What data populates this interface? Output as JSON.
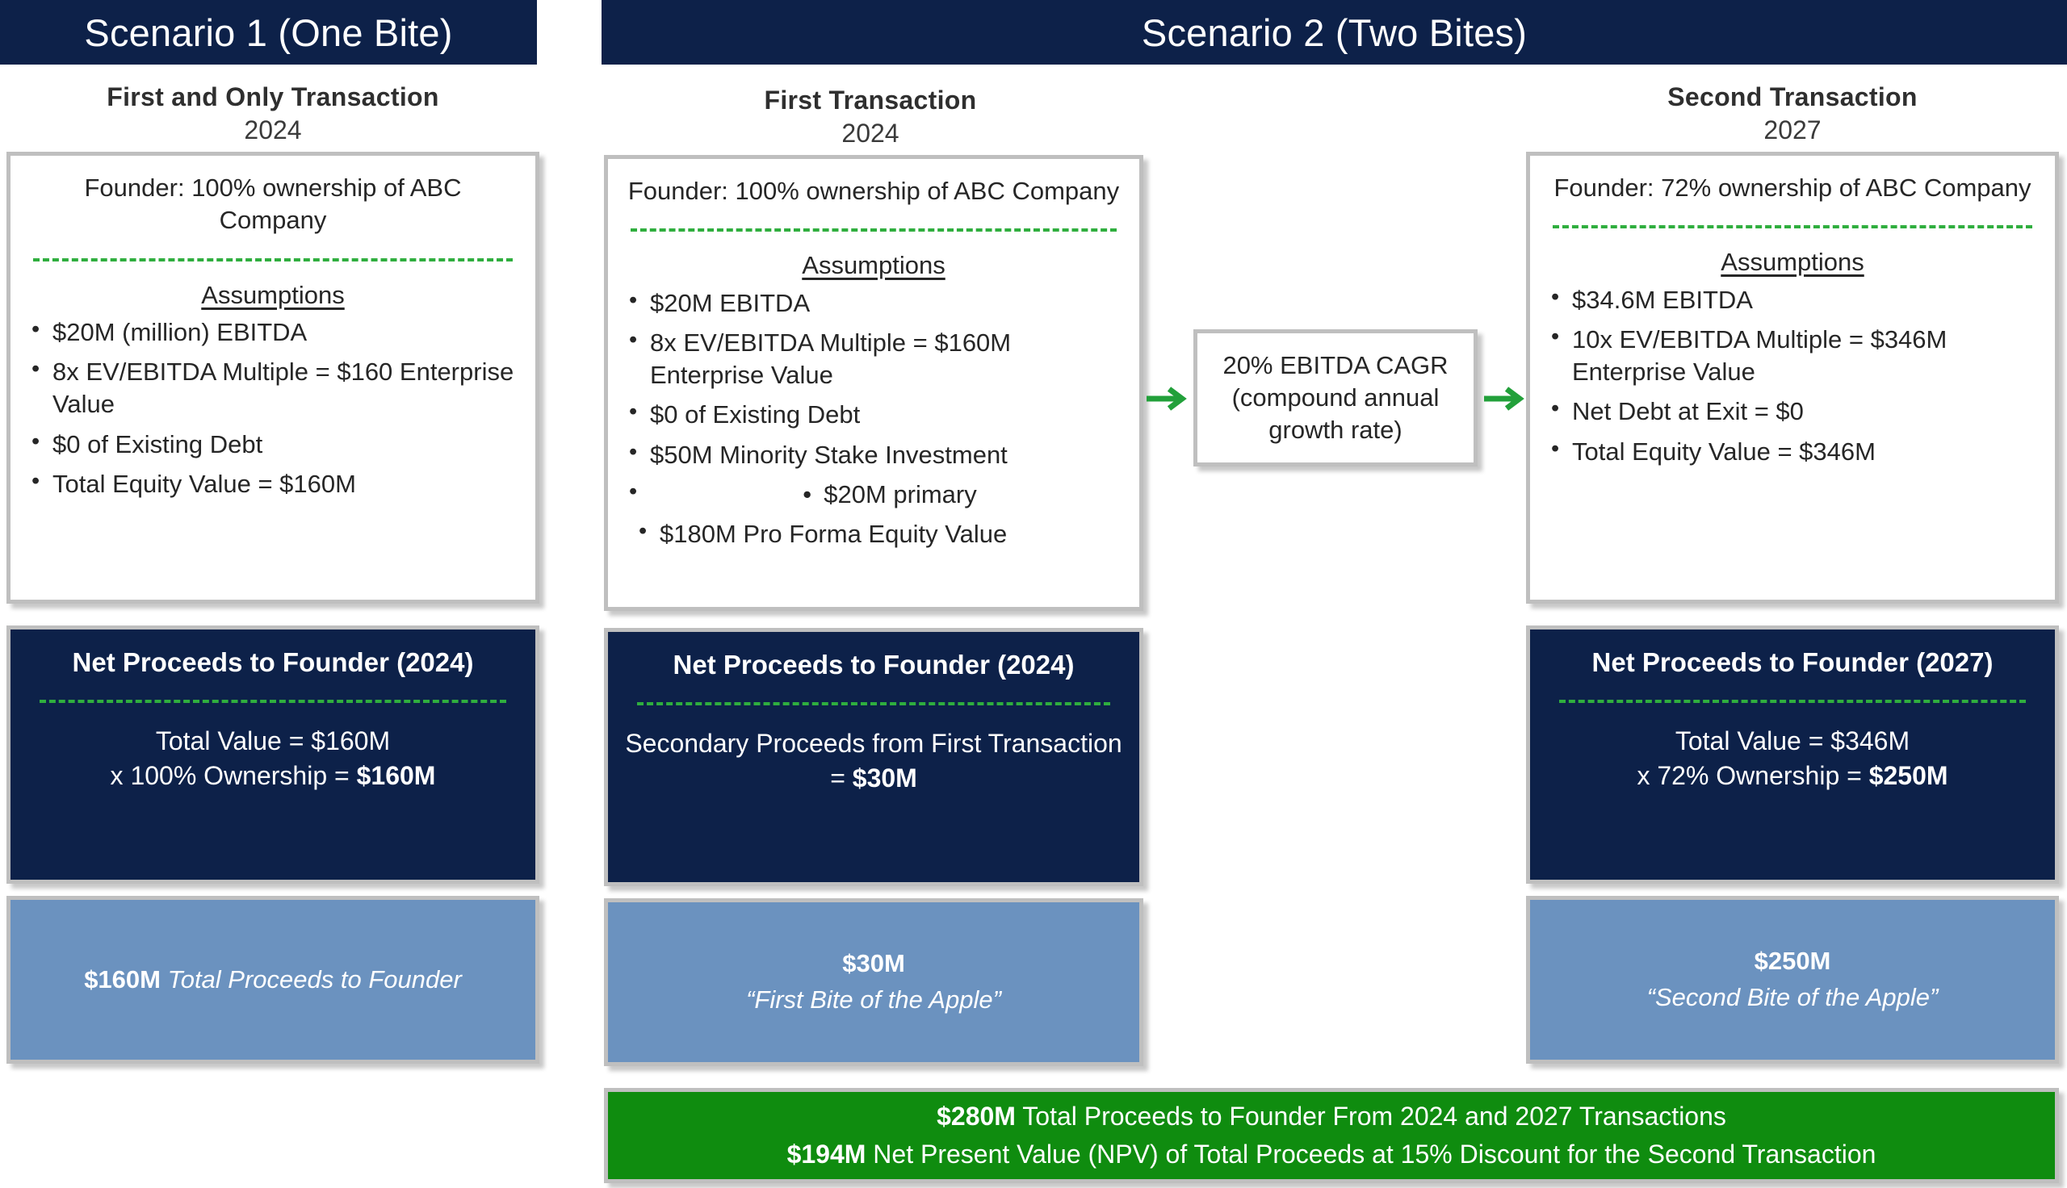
{
  "headers": {
    "scenario1": "Scenario 1 (One Bite)",
    "scenario2": "Scenario 2 (Two Bites)"
  },
  "columns": {
    "col1": {
      "title": "First and Only Transaction",
      "year": "2024",
      "ownership_line": "Founder: 100% ownership of ABC Company",
      "assumptions_label": "Assumptions",
      "bullets": [
        "$20M (million) EBITDA",
        "8x EV/EBITDA Multiple = $160 Enterprise Value",
        "$0 of Existing Debt",
        "Total Equity Value = $160M"
      ],
      "proceeds_title": "Net Proceeds to Founder (2024)",
      "proceeds_line1": "Total Value = $160M",
      "proceeds_line2_prefix": "x 100% Ownership = ",
      "proceeds_line2_value": "$160M",
      "total_amount": "$160M",
      "total_caption": "Total Proceeds to Founder"
    },
    "col2": {
      "title": "First Transaction",
      "year": "2024",
      "ownership_line": "Founder: 100% ownership of ABC Company",
      "assumptions_label": "Assumptions",
      "bullets": [
        "$20M EBITDA",
        "8x EV/EBITDA Multiple = $160M Enterprise Value",
        "$0 of Existing Debt",
        "$50M Minority Stake Investment"
      ],
      "sub_bullet": "$20M primary",
      "last_bullet": "$180M Pro Forma Equity Value",
      "proceeds_title": "Net Proceeds to Founder (2024)",
      "proceeds_line1_prefix": "Secondary Proceeds from First Transaction = ",
      "proceeds_line1_value": "$30M",
      "total_amount": "$30M",
      "total_caption": "“First Bite of the Apple”"
    },
    "col3": {
      "title": "Second Transaction",
      "year": "2027",
      "ownership_line": "Founder: 72% ownership of ABC Company",
      "assumptions_label": "Assumptions",
      "bullets": [
        "$34.6M EBITDA",
        "10x EV/EBITDA Multiple = $346M Enterprise Value",
        "Net Debt at Exit = $0",
        "Total Equity Value = $346M"
      ],
      "proceeds_title": "Net Proceeds to Founder (2027)",
      "proceeds_line1": "Total Value = $346M",
      "proceeds_line2_prefix": "x 72% Ownership = ",
      "proceeds_line2_value": "$250M",
      "total_amount": "$250M",
      "total_caption": "“Second Bite of the Apple”"
    }
  },
  "cagr_box": {
    "text": "20% EBITDA CAGR (compound annual growth rate)"
  },
  "summary": {
    "line1_value": "$280M",
    "line1_text": " Total Proceeds to Founder From 2024 and 2027 Transactions",
    "line2_value": "$194M",
    "line2_text": " Net Present Value (NPV) of Total Proceeds at 15% Discount for the Second Transaction"
  },
  "colors": {
    "navy": "#0d2149",
    "green_dash": "#2fae3e",
    "green_bar": "#0f8c0f",
    "light_blue": "#6b92bf",
    "card_border": "#bfbfbf"
  }
}
